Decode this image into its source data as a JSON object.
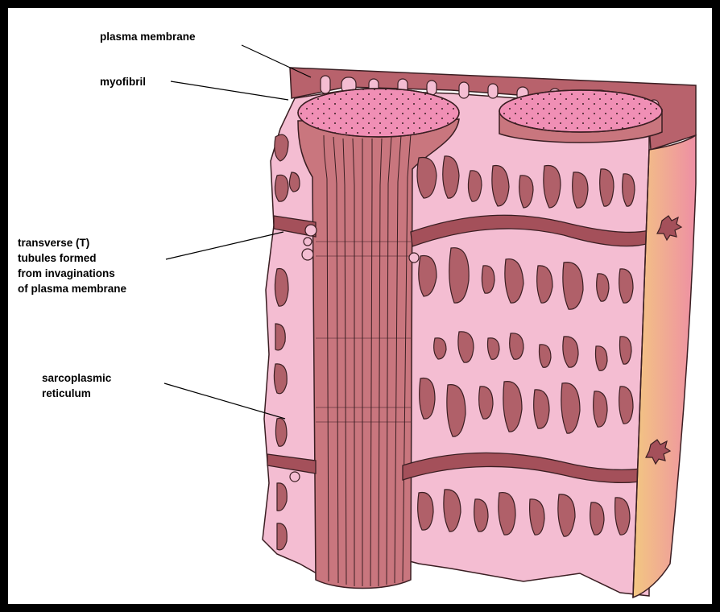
{
  "labels": {
    "plasma_membrane": "plasma membrane",
    "myofibril": "myofibril",
    "t_tubules": "transverse (T)\ntubules formed\nfrom invaginations\nof plasma membrane",
    "sarcoplasmic_reticulum": "sarcoplasmic\nreticulum"
  },
  "colors": {
    "frame": "#000000",
    "outline": "#3a1e22",
    "sarcoplasm": "#f4bdd2",
    "myofibril_body": "#c9767e",
    "myofibril_top": "#f08fb5",
    "reticulum_dark": "#b06069",
    "tubule": "#a4505a",
    "membrane_rim": "#b8626c",
    "membrane_outer_start": "#f3c781",
    "membrane_outer_end": "#ee8fa4"
  }
}
